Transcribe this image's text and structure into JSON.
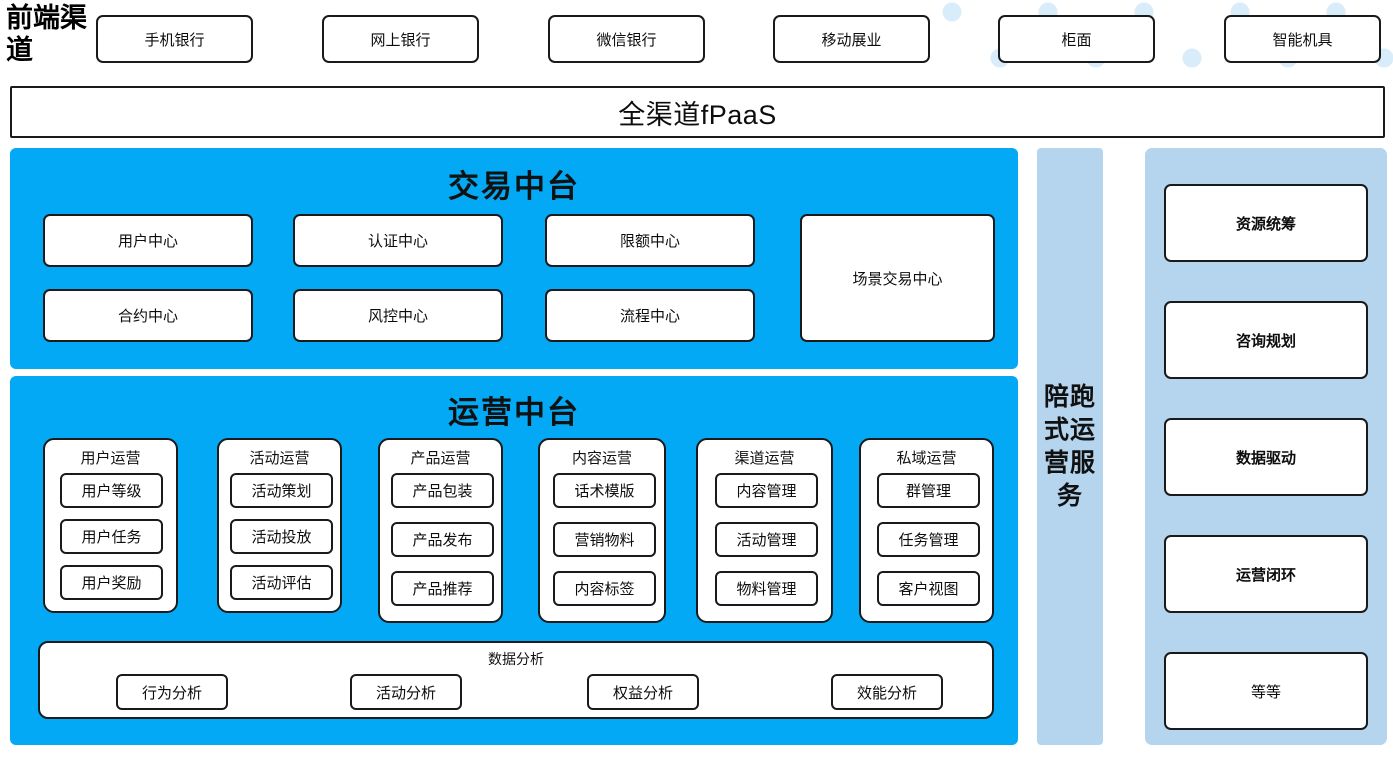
{
  "colors": {
    "accent_cyan": "#03A9F4",
    "panel_light_blue": "#B5D4EE",
    "border_dark": "#1A1A1A",
    "box_white": "#FFFFFF",
    "watermark_dot": "#D8ECF9"
  },
  "front_channel": {
    "label": "前端渠道",
    "items": [
      {
        "label": "手机银行"
      },
      {
        "label": "网上银行"
      },
      {
        "label": "微信银行"
      },
      {
        "label": "移动展业"
      },
      {
        "label": "柜面"
      },
      {
        "label": "智能机具"
      }
    ]
  },
  "fpaas": {
    "label": "全渠道fPaaS"
  },
  "trade_center": {
    "title": "交易中台",
    "items": [
      {
        "label": "用户中心"
      },
      {
        "label": "认证中心"
      },
      {
        "label": "限额中心"
      },
      {
        "label": "合约中心"
      },
      {
        "label": "风控中心"
      },
      {
        "label": "流程中心"
      }
    ],
    "scene_box": {
      "label": "场景交易中心"
    }
  },
  "operation_center": {
    "title": "运营中台",
    "groups": [
      {
        "title": "用户运营",
        "items": [
          "用户等级",
          "用户任务",
          "用户奖励"
        ]
      },
      {
        "title": "活动运营",
        "items": [
          "活动策划",
          "活动投放",
          "活动评估"
        ]
      },
      {
        "title": "产品运营",
        "items": [
          "产品包装",
          "产品发布",
          "产品推荐"
        ]
      },
      {
        "title": "内容运营",
        "items": [
          "话术模版",
          "营销物料",
          "内容标签"
        ]
      },
      {
        "title": "渠道运营",
        "items": [
          "内容管理",
          "活动管理",
          "物料管理"
        ]
      },
      {
        "title": "私域运营",
        "items": [
          "群管理",
          "任务管理",
          "客户视图"
        ]
      }
    ],
    "analytics": {
      "title": "数据分析",
      "items": [
        "行为分析",
        "活动分析",
        "权益分析",
        "效能分析"
      ]
    }
  },
  "service_column": {
    "label": "陪跑式运营服务"
  },
  "capability_panel": {
    "items": [
      {
        "label": "资源统筹",
        "bold": true
      },
      {
        "label": "咨询规划",
        "bold": true
      },
      {
        "label": "数据驱动",
        "bold": true
      },
      {
        "label": "运营闭环",
        "bold": true
      },
      {
        "label": "等等",
        "bold": false
      }
    ]
  }
}
